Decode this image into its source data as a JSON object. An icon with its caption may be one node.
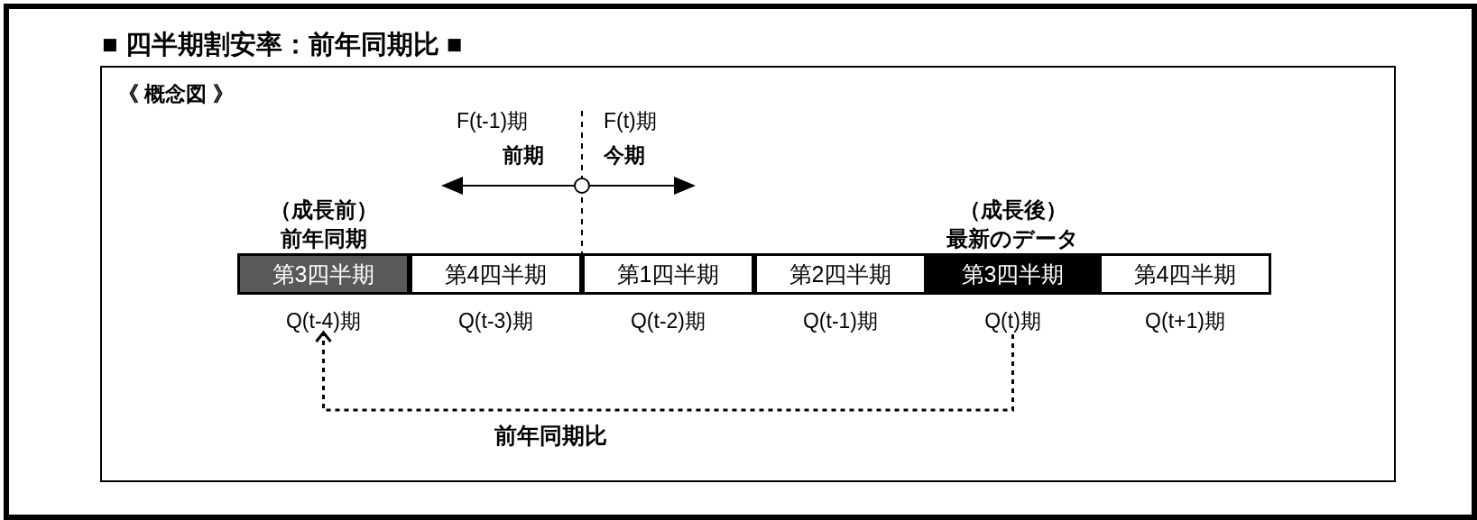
{
  "diagram": {
    "title": "■ 四半期割安率：前年同期比 ■",
    "nodes": [
      {
        "text": [
          "《 概念図 》"
        ]
      },
      {
        "text": [
          "第3四半期"
        ],
        "in": 0,
        "beside": [
          "（成長前）",
          "前年同期",
          "Q(t-4)期"
        ]
      },
      {
        "text": [
          "第4四半期"
        ],
        "in": 0,
        "beside": [
          "Q(t-3)期"
        ]
      },
      {
        "text": [
          "第1四半期"
        ],
        "in": 0,
        "beside": [
          "Q(t-2)期"
        ]
      },
      {
        "text": [
          "第2四半期"
        ],
        "in": 0,
        "beside": [
          "Q(t-1)期"
        ]
      },
      {
        "text": [
          "第3四半期"
        ],
        "in": 0,
        "beside": [
          "（成長後）",
          "最新のデータ",
          "Q(t)期"
        ]
      },
      {
        "text": [
          "第4四半期"
        ],
        "in": 0,
        "beside": [
          "Q(t+1)期"
        ]
      }
    ],
    "edges": [
      {
        "from": 5,
        "to": 1,
        "arrow": "to",
        "style": "dashed",
        "label": "前年同期比"
      }
    ],
    "labels": [
      "F(t-1)期",
      "F(t)期",
      "前期",
      "今期"
    ]
  }
}
